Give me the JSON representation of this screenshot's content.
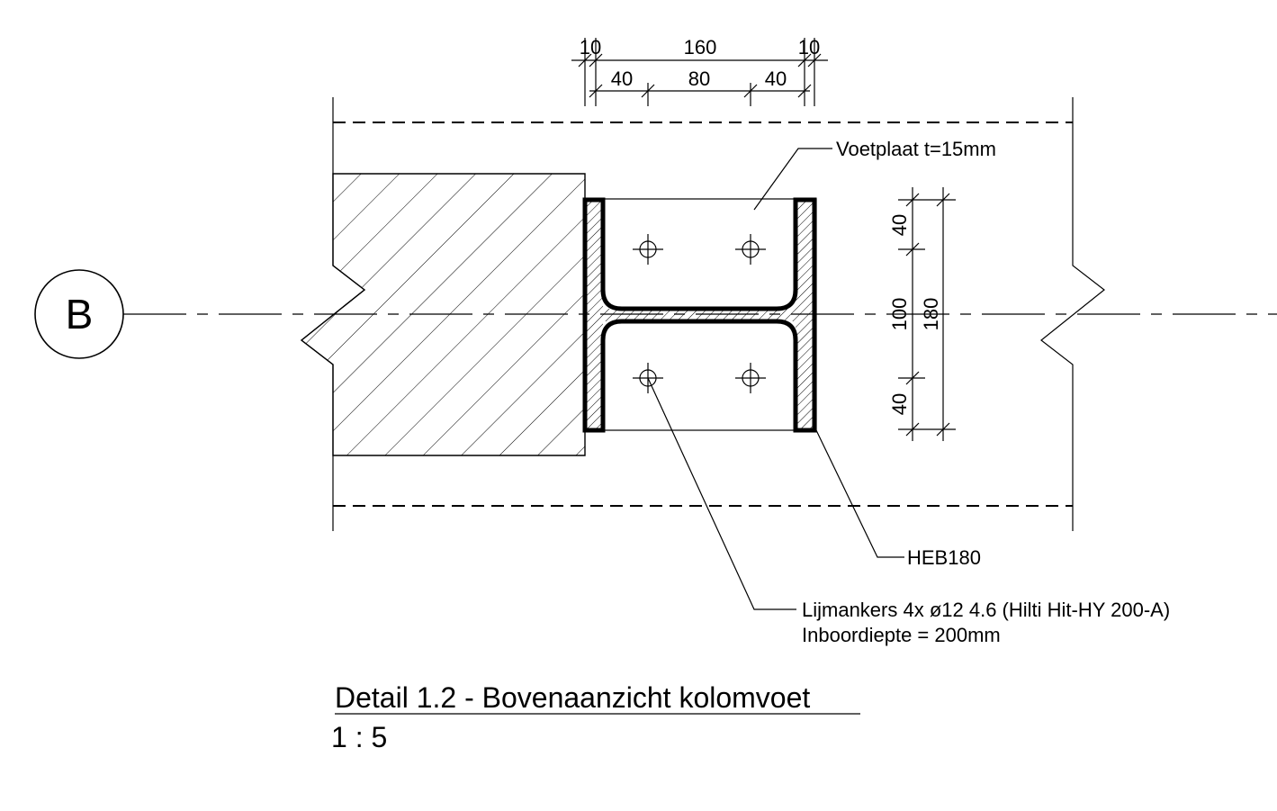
{
  "grid_axis": {
    "label": "B"
  },
  "dimensions_top": {
    "row1": [
      "10",
      "160",
      "10"
    ],
    "row2": [
      "40",
      "80",
      "40"
    ]
  },
  "dimensions_right": {
    "inner": [
      "40",
      "100",
      "40"
    ],
    "outer": "180"
  },
  "annotations": {
    "base_plate": "Voetplaat t=15mm",
    "profile": "HEB180",
    "anchors_line1": "Lijmankers 4x ø12 4.6 (Hilti Hit-HY 200-A)",
    "anchors_line2": "Inboordiepte = 200mm"
  },
  "detail": {
    "title": "Detail 1.2 - Bovenaanzicht kolomvoet",
    "scale": "1 : 5"
  }
}
